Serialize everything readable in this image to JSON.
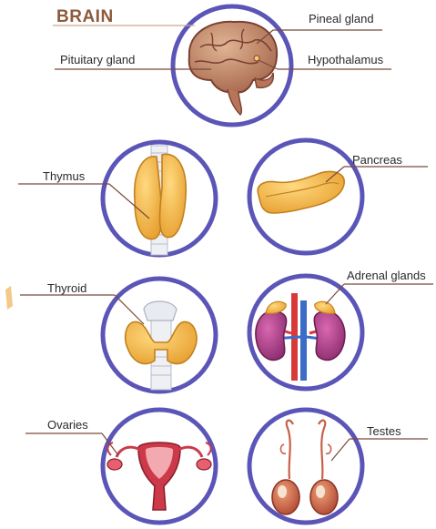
{
  "heading": "BRAIN",
  "labels": {
    "pineal_gland": "Pineal gland",
    "pituitary_gland": "Pituitary gland",
    "hypothalamus": "Hypothalamus",
    "thymus": "Thymus",
    "pancreas": "Pancreas",
    "thyroid": "Thyroid",
    "adrenal_glands": "Adrenal glands",
    "ovaries": "Ovaries",
    "testes": "Testes"
  },
  "colors": {
    "ring": "#5b55b8",
    "heading": "#8c5a3c",
    "leader_line": "#7a4a3a",
    "brain": "#c48a6a",
    "gland_yellow": "#f2b94a",
    "kidney": "#b0418a",
    "artery": "#d83a3a",
    "vein": "#3a6cc8",
    "uterus": "#cc3a4a",
    "testes": "#c8614a"
  }
}
